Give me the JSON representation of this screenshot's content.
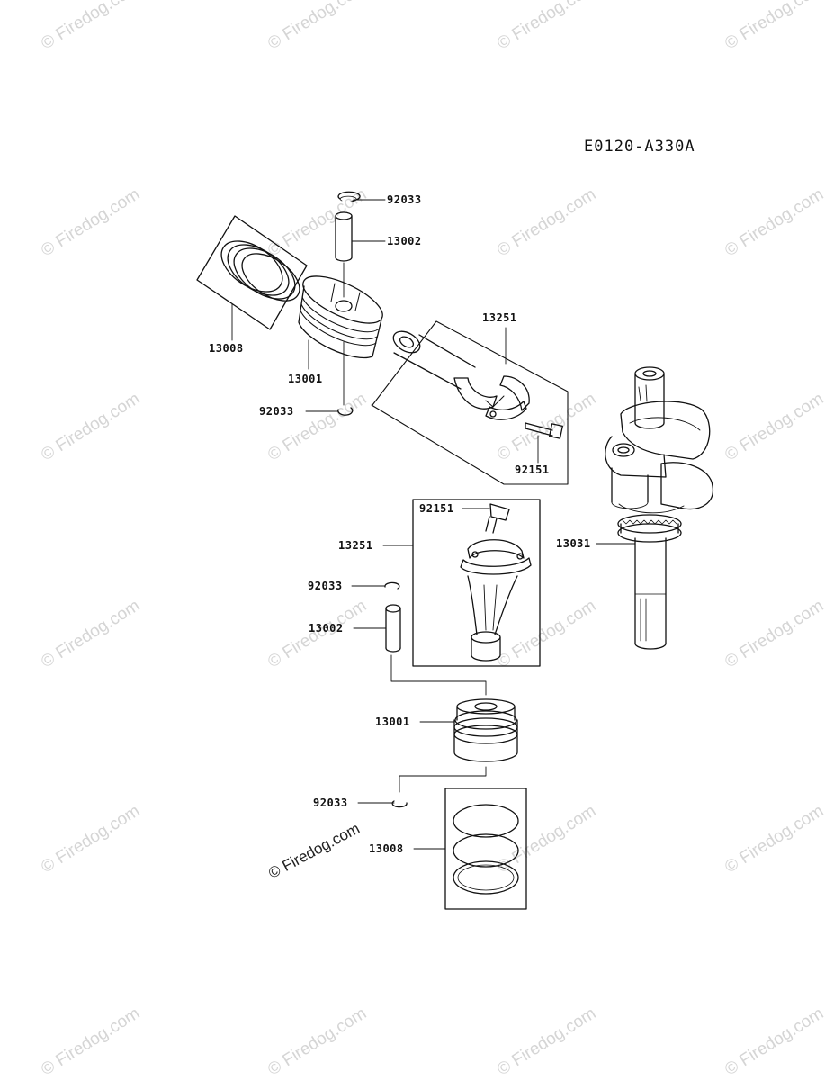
{
  "diagram_code": "E0120-A330A",
  "watermark": "© Firedog.com",
  "callouts": {
    "snap_ring_top": "92033",
    "pin_top": "13002",
    "ring_set_top": "13008",
    "piston_top": "13001",
    "snap_ring_left": "92033",
    "conrod_top": "13251",
    "bolt_top": "92151",
    "crankshaft": "13031",
    "bolt_bottom": "92151",
    "conrod_bottom": "13251",
    "snap_ring_mid": "92033",
    "pin_bottom": "13002",
    "piston_bottom": "13001",
    "snap_ring_bottom": "92033",
    "ring_set_bottom": "13008"
  }
}
